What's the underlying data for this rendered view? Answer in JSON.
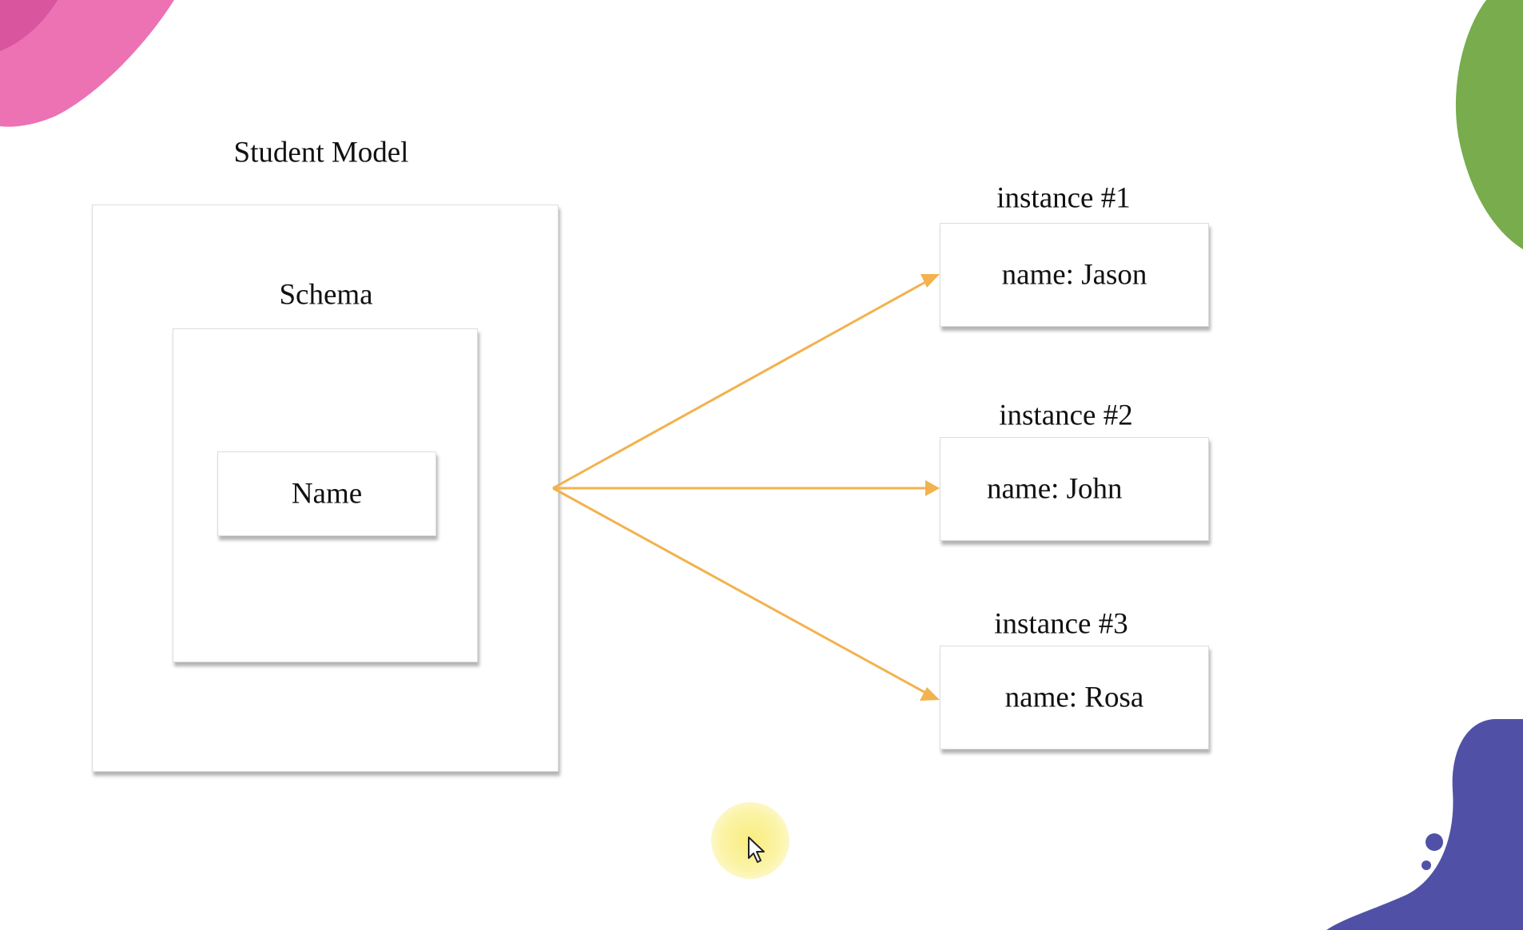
{
  "colors": {
    "arrow": "#f2b24e",
    "box_border": "#dddddd",
    "deco_pink": "#ec72b4",
    "deco_pink_dark": "#d9559e",
    "deco_green": "#78ac4c",
    "deco_purple": "#5051a6",
    "cursor_highlight": "#f9ec78"
  },
  "diagram": {
    "model_title": "Student Model",
    "schema_title": "Schema",
    "field_name": "Name",
    "instances": [
      {
        "title": "instance #1",
        "value": "name: Jason"
      },
      {
        "title": "instance #2",
        "value": "name: John"
      },
      {
        "title": "instance #3",
        "value": "name: Rosa"
      }
    ]
  },
  "icons": {
    "cursor": "mouse-pointer-icon"
  }
}
